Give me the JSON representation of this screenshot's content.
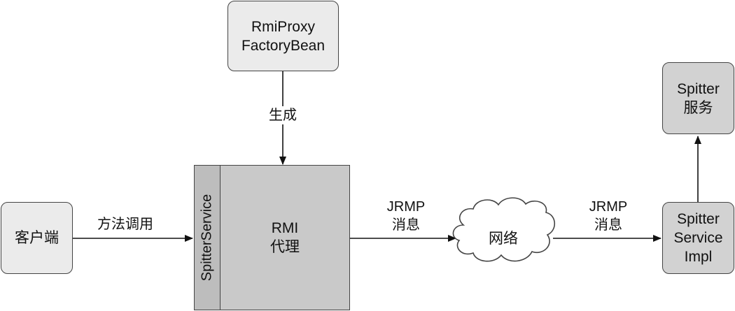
{
  "nodes": {
    "factory": {
      "line1": "RmiProxy",
      "line2": "FactoryBean"
    },
    "client": {
      "label": "客户端"
    },
    "proxy": {
      "side_label": "SpitterService",
      "line1": "RMI",
      "line2": "代理"
    },
    "network": {
      "label": "网络"
    },
    "service_impl": {
      "line1": "Spitter",
      "line2": "Service",
      "line3": "Impl"
    },
    "spitter_service": {
      "line1": "Spitter",
      "line2": "服务"
    }
  },
  "edges": {
    "generate": {
      "label": "生成"
    },
    "method_call": {
      "label": "方法调用"
    },
    "jrmp_to_network": {
      "line1": "JRMP",
      "line2": "消息"
    },
    "jrmp_to_service": {
      "line1": "JRMP",
      "line2": "消息"
    }
  }
}
